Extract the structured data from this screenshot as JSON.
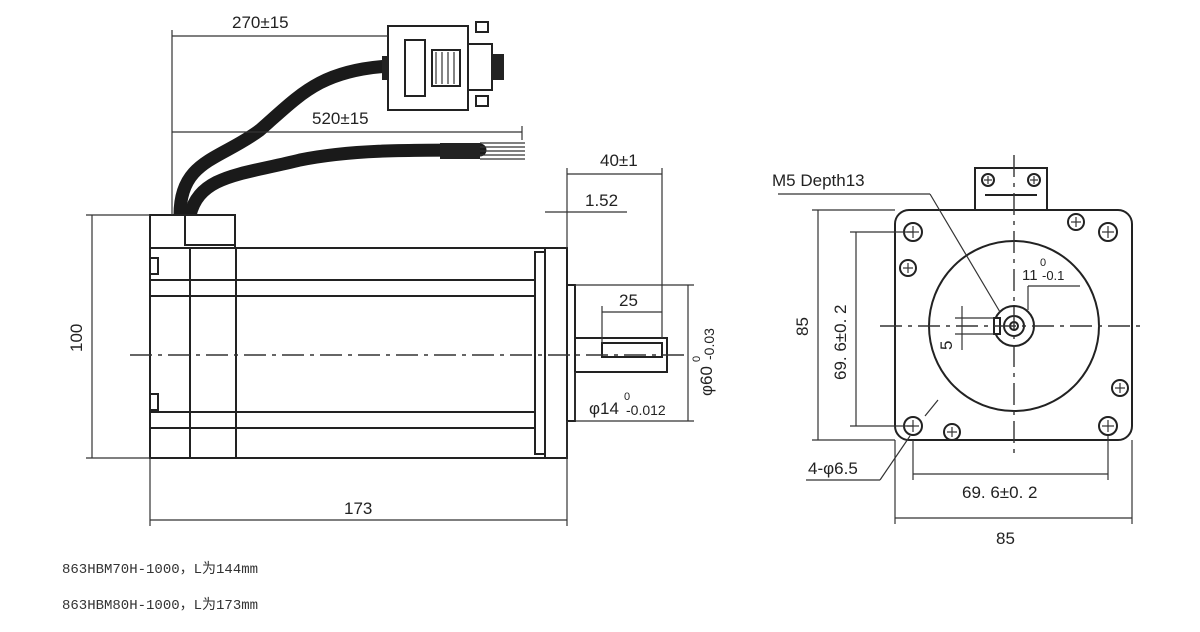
{
  "side_view": {
    "dim_cable1": "270±15",
    "dim_cable2": "520±15",
    "dim_shaft_len": "40±1",
    "dim_flange": "1.52",
    "dim_key": "25",
    "dim_height": "100",
    "dim_length": "173",
    "dim_shaft_dia": "φ14",
    "dim_shaft_dia_up": "0",
    "dim_shaft_dia_low": "-0.012",
    "dim_pilot": "φ60",
    "dim_pilot_up": "0",
    "dim_pilot_low": "-0.03"
  },
  "front_view": {
    "thread_note": "M5 Depth13",
    "dim_keyway": "11",
    "dim_keyway_up": "0",
    "dim_keyway_low": "-0.1",
    "dim_key_width": "5",
    "dim_bolt_v": "69. 6±0. 2",
    "dim_bolt_h": "69. 6±0. 2",
    "dim_square_v": "85",
    "dim_square_h": "85",
    "dim_holes": "4-φ6.5"
  },
  "notes": [
    "863HBM70H-1000，L为144mm",
    "863HBM80H-1000，L为173mm"
  ]
}
